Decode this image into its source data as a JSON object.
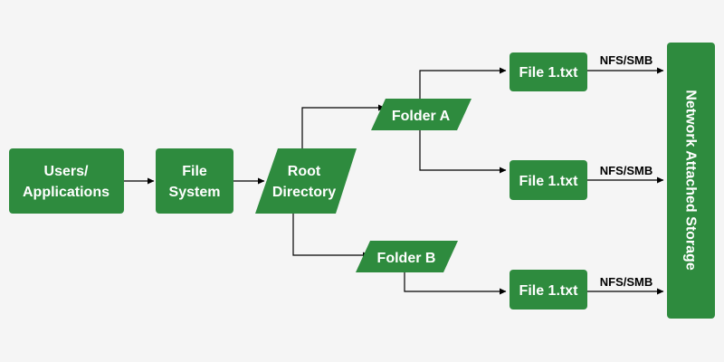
{
  "colors": {
    "background": "#f5f5f5",
    "node_fill": "#2e8b3e",
    "edge": "#000000",
    "node_text": "#ffffff"
  },
  "nodes": {
    "users": {
      "line1": "Users/",
      "line2": "Applications"
    },
    "file_system": {
      "line1": "File",
      "line2": "System"
    },
    "root_directory": {
      "line1": "Root",
      "line2": "Directory"
    },
    "folder_a": {
      "label": "Folder A"
    },
    "folder_b": {
      "label": "Folder B"
    },
    "file_top": {
      "label": "File 1.txt"
    },
    "file_mid": {
      "label": "File 1.txt"
    },
    "file_bottom": {
      "label": "File 1.txt"
    },
    "nas": {
      "label": "Network Attached Storage"
    }
  },
  "edges": {
    "top": {
      "label": "NFS/SMB"
    },
    "mid": {
      "label": "NFS/SMB"
    },
    "bottom": {
      "label": "NFS/SMB"
    }
  }
}
